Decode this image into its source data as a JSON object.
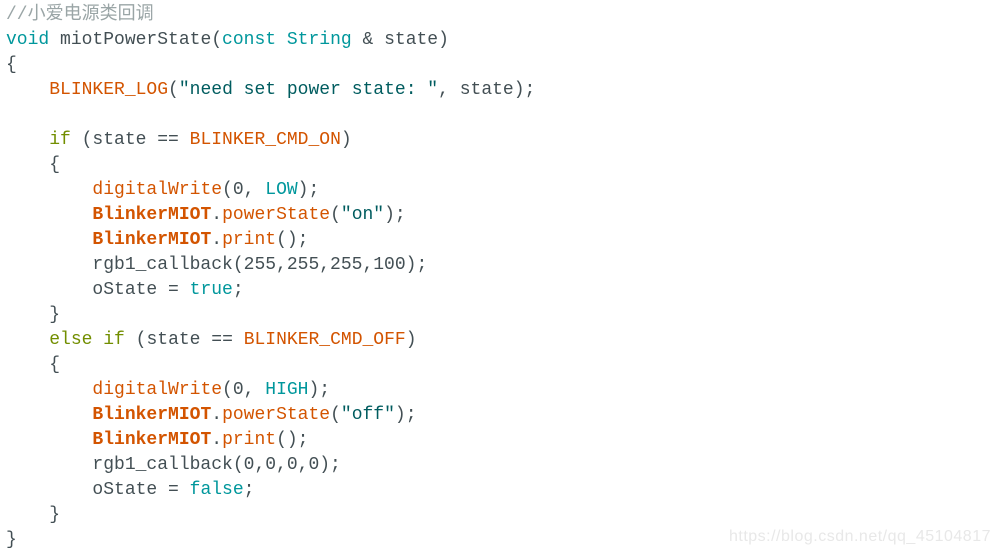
{
  "palette": {
    "default": "#434f54",
    "comment": "#9aa5a6",
    "keyword": "#728E00",
    "type": "#00979C",
    "builtin": "#00979C",
    "string": "#005C5F",
    "function": "#D35400",
    "watermark": "#e8e8e8"
  },
  "watermark": {
    "text": "https://blog.csdn.net/qq_45104817"
  },
  "code": {
    "lines": [
      [
        {
          "t": "//小爱电源类回调",
          "c": "cm"
        }
      ],
      [
        {
          "t": "void",
          "c": "ty"
        },
        {
          "t": " miotPowerState(",
          "c": "pl"
        },
        {
          "t": "const",
          "c": "ty"
        },
        {
          "t": " ",
          "c": "pl"
        },
        {
          "t": "String",
          "c": "ty"
        },
        {
          "t": " & state)",
          "c": "pl"
        }
      ],
      [
        {
          "t": "{",
          "c": "pl"
        }
      ],
      [
        {
          "t": "    ",
          "c": "pl"
        },
        {
          "t": "BLINKER_LOG",
          "c": "fn"
        },
        {
          "t": "(",
          "c": "pl"
        },
        {
          "t": "\"need set power state: \"",
          "c": "st"
        },
        {
          "t": ", state);",
          "c": "pl"
        }
      ],
      [],
      [
        {
          "t": "    ",
          "c": "pl"
        },
        {
          "t": "if",
          "c": "kw"
        },
        {
          "t": " (state == ",
          "c": "pl"
        },
        {
          "t": "BLINKER_CMD_ON",
          "c": "fn"
        },
        {
          "t": ")",
          "c": "pl"
        }
      ],
      [
        {
          "t": "    {",
          "c": "pl"
        }
      ],
      [
        {
          "t": "        ",
          "c": "pl"
        },
        {
          "t": "digitalWrite",
          "c": "fn"
        },
        {
          "t": "(0, ",
          "c": "pl"
        },
        {
          "t": "LOW",
          "c": "bi"
        },
        {
          "t": ");",
          "c": "pl"
        }
      ],
      [
        {
          "t": "        ",
          "c": "pl"
        },
        {
          "t": "BlinkerMIOT",
          "c": "cb"
        },
        {
          "t": ".",
          "c": "pl"
        },
        {
          "t": "powerState",
          "c": "fn"
        },
        {
          "t": "(",
          "c": "pl"
        },
        {
          "t": "\"on\"",
          "c": "st"
        },
        {
          "t": ");",
          "c": "pl"
        }
      ],
      [
        {
          "t": "        ",
          "c": "pl"
        },
        {
          "t": "BlinkerMIOT",
          "c": "cb"
        },
        {
          "t": ".",
          "c": "pl"
        },
        {
          "t": "print",
          "c": "fn"
        },
        {
          "t": "();",
          "c": "pl"
        }
      ],
      [
        {
          "t": "        rgb1_callback(255,255,255,100);",
          "c": "pl"
        }
      ],
      [
        {
          "t": "        oState = ",
          "c": "pl"
        },
        {
          "t": "true",
          "c": "bi"
        },
        {
          "t": ";",
          "c": "pl"
        }
      ],
      [
        {
          "t": "    }",
          "c": "pl"
        }
      ],
      [
        {
          "t": "    ",
          "c": "pl"
        },
        {
          "t": "else",
          "c": "kw"
        },
        {
          "t": " ",
          "c": "pl"
        },
        {
          "t": "if",
          "c": "kw"
        },
        {
          "t": " (state == ",
          "c": "pl"
        },
        {
          "t": "BLINKER_CMD_OFF",
          "c": "fn"
        },
        {
          "t": ")",
          "c": "pl"
        }
      ],
      [
        {
          "t": "    {",
          "c": "pl"
        }
      ],
      [
        {
          "t": "        ",
          "c": "pl"
        },
        {
          "t": "digitalWrite",
          "c": "fn"
        },
        {
          "t": "(0, ",
          "c": "pl"
        },
        {
          "t": "HIGH",
          "c": "bi"
        },
        {
          "t": ");",
          "c": "pl"
        }
      ],
      [
        {
          "t": "        ",
          "c": "pl"
        },
        {
          "t": "BlinkerMIOT",
          "c": "cb"
        },
        {
          "t": ".",
          "c": "pl"
        },
        {
          "t": "powerState",
          "c": "fn"
        },
        {
          "t": "(",
          "c": "pl"
        },
        {
          "t": "\"off\"",
          "c": "st"
        },
        {
          "t": ");",
          "c": "pl"
        }
      ],
      [
        {
          "t": "        ",
          "c": "pl"
        },
        {
          "t": "BlinkerMIOT",
          "c": "cb"
        },
        {
          "t": ".",
          "c": "pl"
        },
        {
          "t": "print",
          "c": "fn"
        },
        {
          "t": "();",
          "c": "pl"
        }
      ],
      [
        {
          "t": "        rgb1_callback(0,0,0,0);",
          "c": "pl"
        }
      ],
      [
        {
          "t": "        oState = ",
          "c": "pl"
        },
        {
          "t": "false",
          "c": "bi"
        },
        {
          "t": ";",
          "c": "pl"
        }
      ],
      [
        {
          "t": "    }",
          "c": "pl"
        }
      ],
      [
        {
          "t": "}",
          "c": "pl"
        }
      ]
    ]
  }
}
